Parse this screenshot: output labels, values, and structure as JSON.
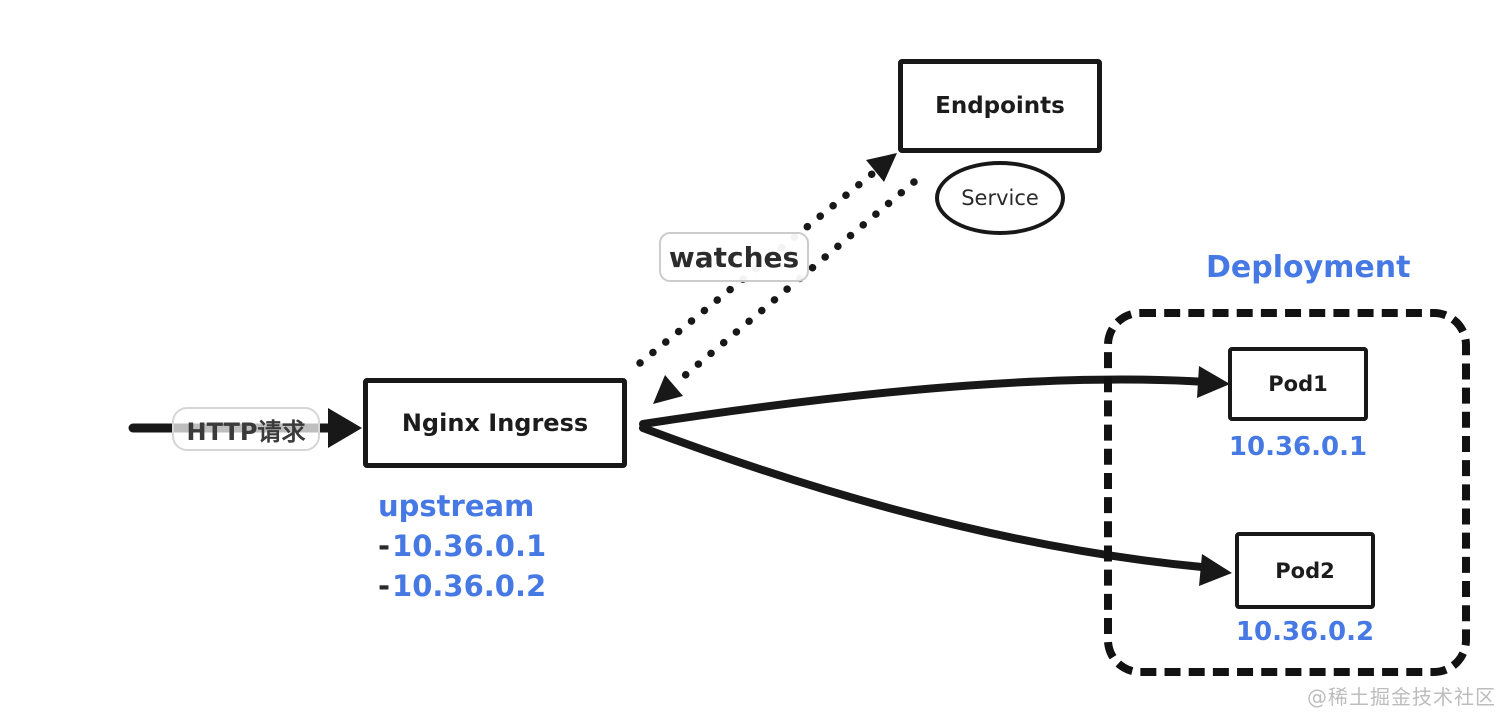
{
  "nodes": {
    "endpoints": "Endpoints",
    "service": "Service",
    "nginx_ingress": "Nginx Ingress",
    "pod1": "Pod1",
    "pod2": "Pod2"
  },
  "edges": {
    "watches": "watches",
    "http_request": "HTTP请求"
  },
  "upstream": {
    "title": "upstream",
    "items": [
      {
        "bullet": "-",
        "ip": "10.36.0.1"
      },
      {
        "bullet": "-",
        "ip": "10.36.0.2"
      }
    ]
  },
  "deployment": {
    "title": "Deployment",
    "pods": [
      {
        "name": "Pod1",
        "ip": "10.36.0.1"
      },
      {
        "name": "Pod2",
        "ip": "10.36.0.2"
      }
    ]
  },
  "watermark": "@稀土掘金技术社区",
  "colors": {
    "ink_black": "#181818",
    "accent_blue": "#4679e3",
    "watermark_gray": "#bdbdbd"
  }
}
